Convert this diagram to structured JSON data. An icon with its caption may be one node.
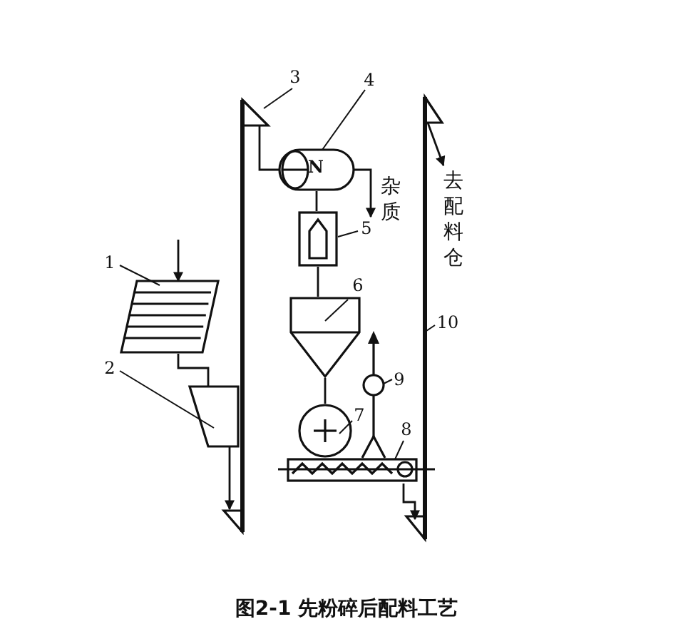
{
  "diagram": {
    "caption": "图2-1 先粉碎后配料工艺",
    "nodes": [
      {
        "text": [
          "1"
        ]
      },
      {
        "text": [
          "2"
        ]
      },
      {
        "text": [
          "3"
        ]
      },
      {
        "text": [
          "4"
        ]
      },
      {
        "text": [
          "5"
        ]
      },
      {
        "text": [
          "6"
        ]
      },
      {
        "text": [
          "7"
        ]
      },
      {
        "text": [
          "8"
        ]
      },
      {
        "text": [
          "9"
        ]
      },
      {
        "text": [
          "10"
        ]
      },
      {
        "text": [
          "杂质"
        ]
      },
      {
        "text": [
          "去配料仓"
        ]
      },
      {
        "text": [],
        "shape": "picture"
      },
      {
        "text": [],
        "shape": "picture"
      },
      {
        "text": [],
        "shape": "picture"
      },
      {
        "text": [
          "N"
        ]
      },
      {
        "text": [],
        "shape": "picture"
      },
      {
        "text": [],
        "shape": "picture"
      },
      {
        "text": [],
        "shape": "picture"
      },
      {
        "text": [],
        "shape": "picture"
      },
      {
        "text": [],
        "shape": "picture"
      },
      {
        "text": [],
        "shape": "picture"
      }
    ],
    "edges": [
      {
        "from": 0,
        "to": 12,
        "arrow": "none"
      },
      {
        "from": 1,
        "to": 13,
        "arrow": "none"
      },
      {
        "from": 2,
        "to": 14,
        "arrow": "none"
      },
      {
        "from": 3,
        "to": 15,
        "arrow": "none"
      },
      {
        "from": 4,
        "to": 16,
        "arrow": "none"
      },
      {
        "from": 5,
        "to": 17,
        "arrow": "none"
      },
      {
        "from": 6,
        "to": 18,
        "arrow": "none"
      },
      {
        "from": 7,
        "to": 19,
        "arrow": "none"
      },
      {
        "from": 8,
        "to": 20,
        "arrow": "none"
      },
      {
        "from": 9,
        "to": 21,
        "arrow": "none"
      },
      {
        "from": null,
        "to": 12,
        "arrow": "to"
      },
      {
        "from": 12,
        "to": 13,
        "arrow": "none"
      },
      {
        "from": 13,
        "to": 14,
        "arrow": "to"
      },
      {
        "from": 14,
        "to": 15,
        "arrow": "none"
      },
      {
        "from": 15,
        "to": 10,
        "arrow": "to"
      },
      {
        "from": 15,
        "to": 16,
        "arrow": "none"
      },
      {
        "from": 16,
        "to": 17,
        "arrow": "none"
      },
      {
        "from": 17,
        "to": 18,
        "arrow": "none"
      },
      {
        "from": 19,
        "to": 21,
        "arrow": "to"
      },
      {
        "from": 21,
        "to": 11,
        "arrow": "to"
      }
    ]
  }
}
